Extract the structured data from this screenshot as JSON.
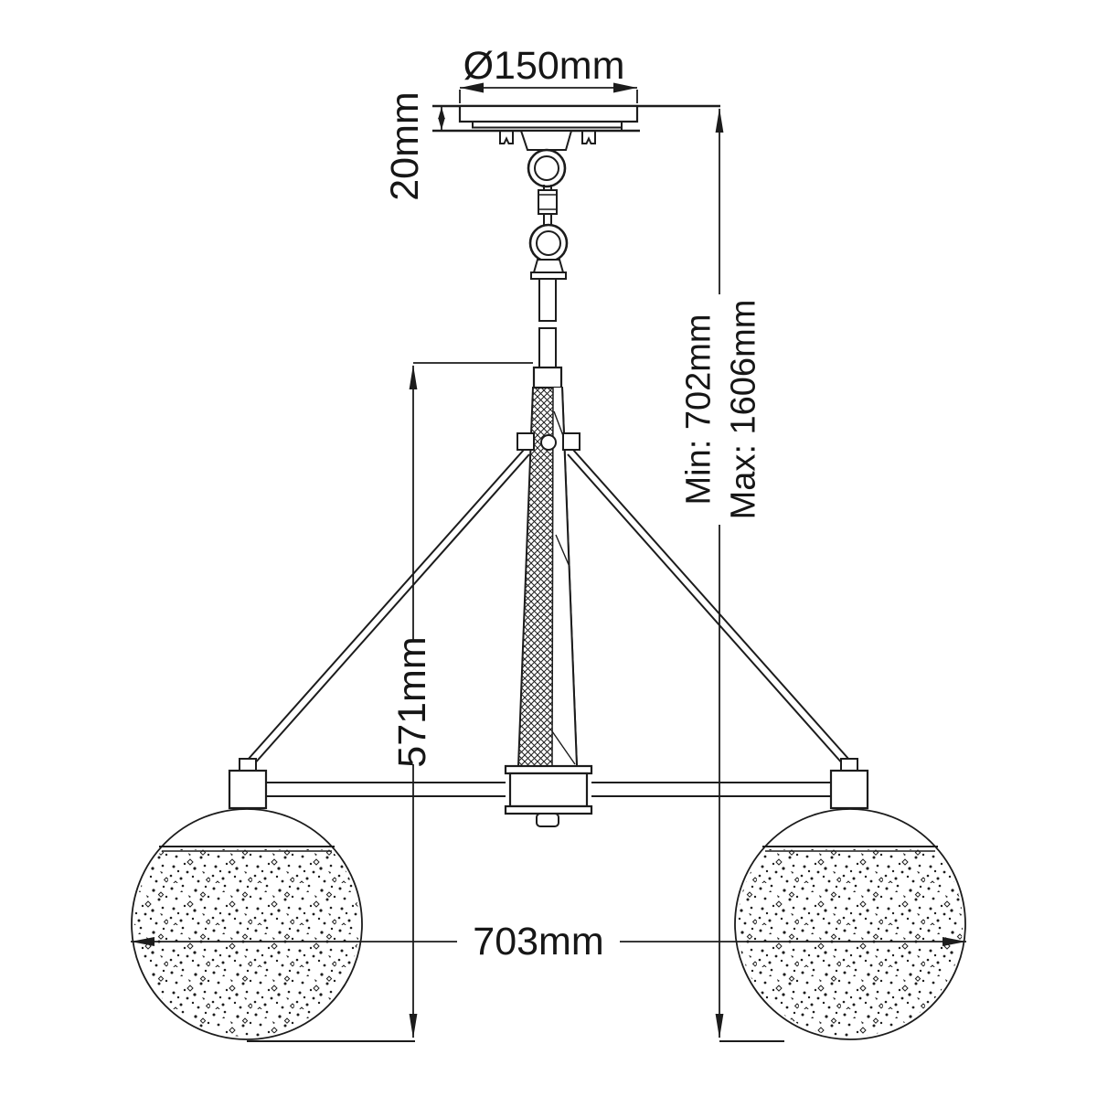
{
  "diagram": {
    "title": "two-globe chandelier dimension drawing",
    "background_color": "#ffffff",
    "line_color": "#1c1c1c",
    "dimensions": {
      "canopy_diameter": "Ø150mm",
      "canopy_height": "20mm",
      "min_drop": "Min: 702mm",
      "max_drop": "Max: 1606mm",
      "body_height": "571mm",
      "fixture_width": "703mm"
    }
  }
}
